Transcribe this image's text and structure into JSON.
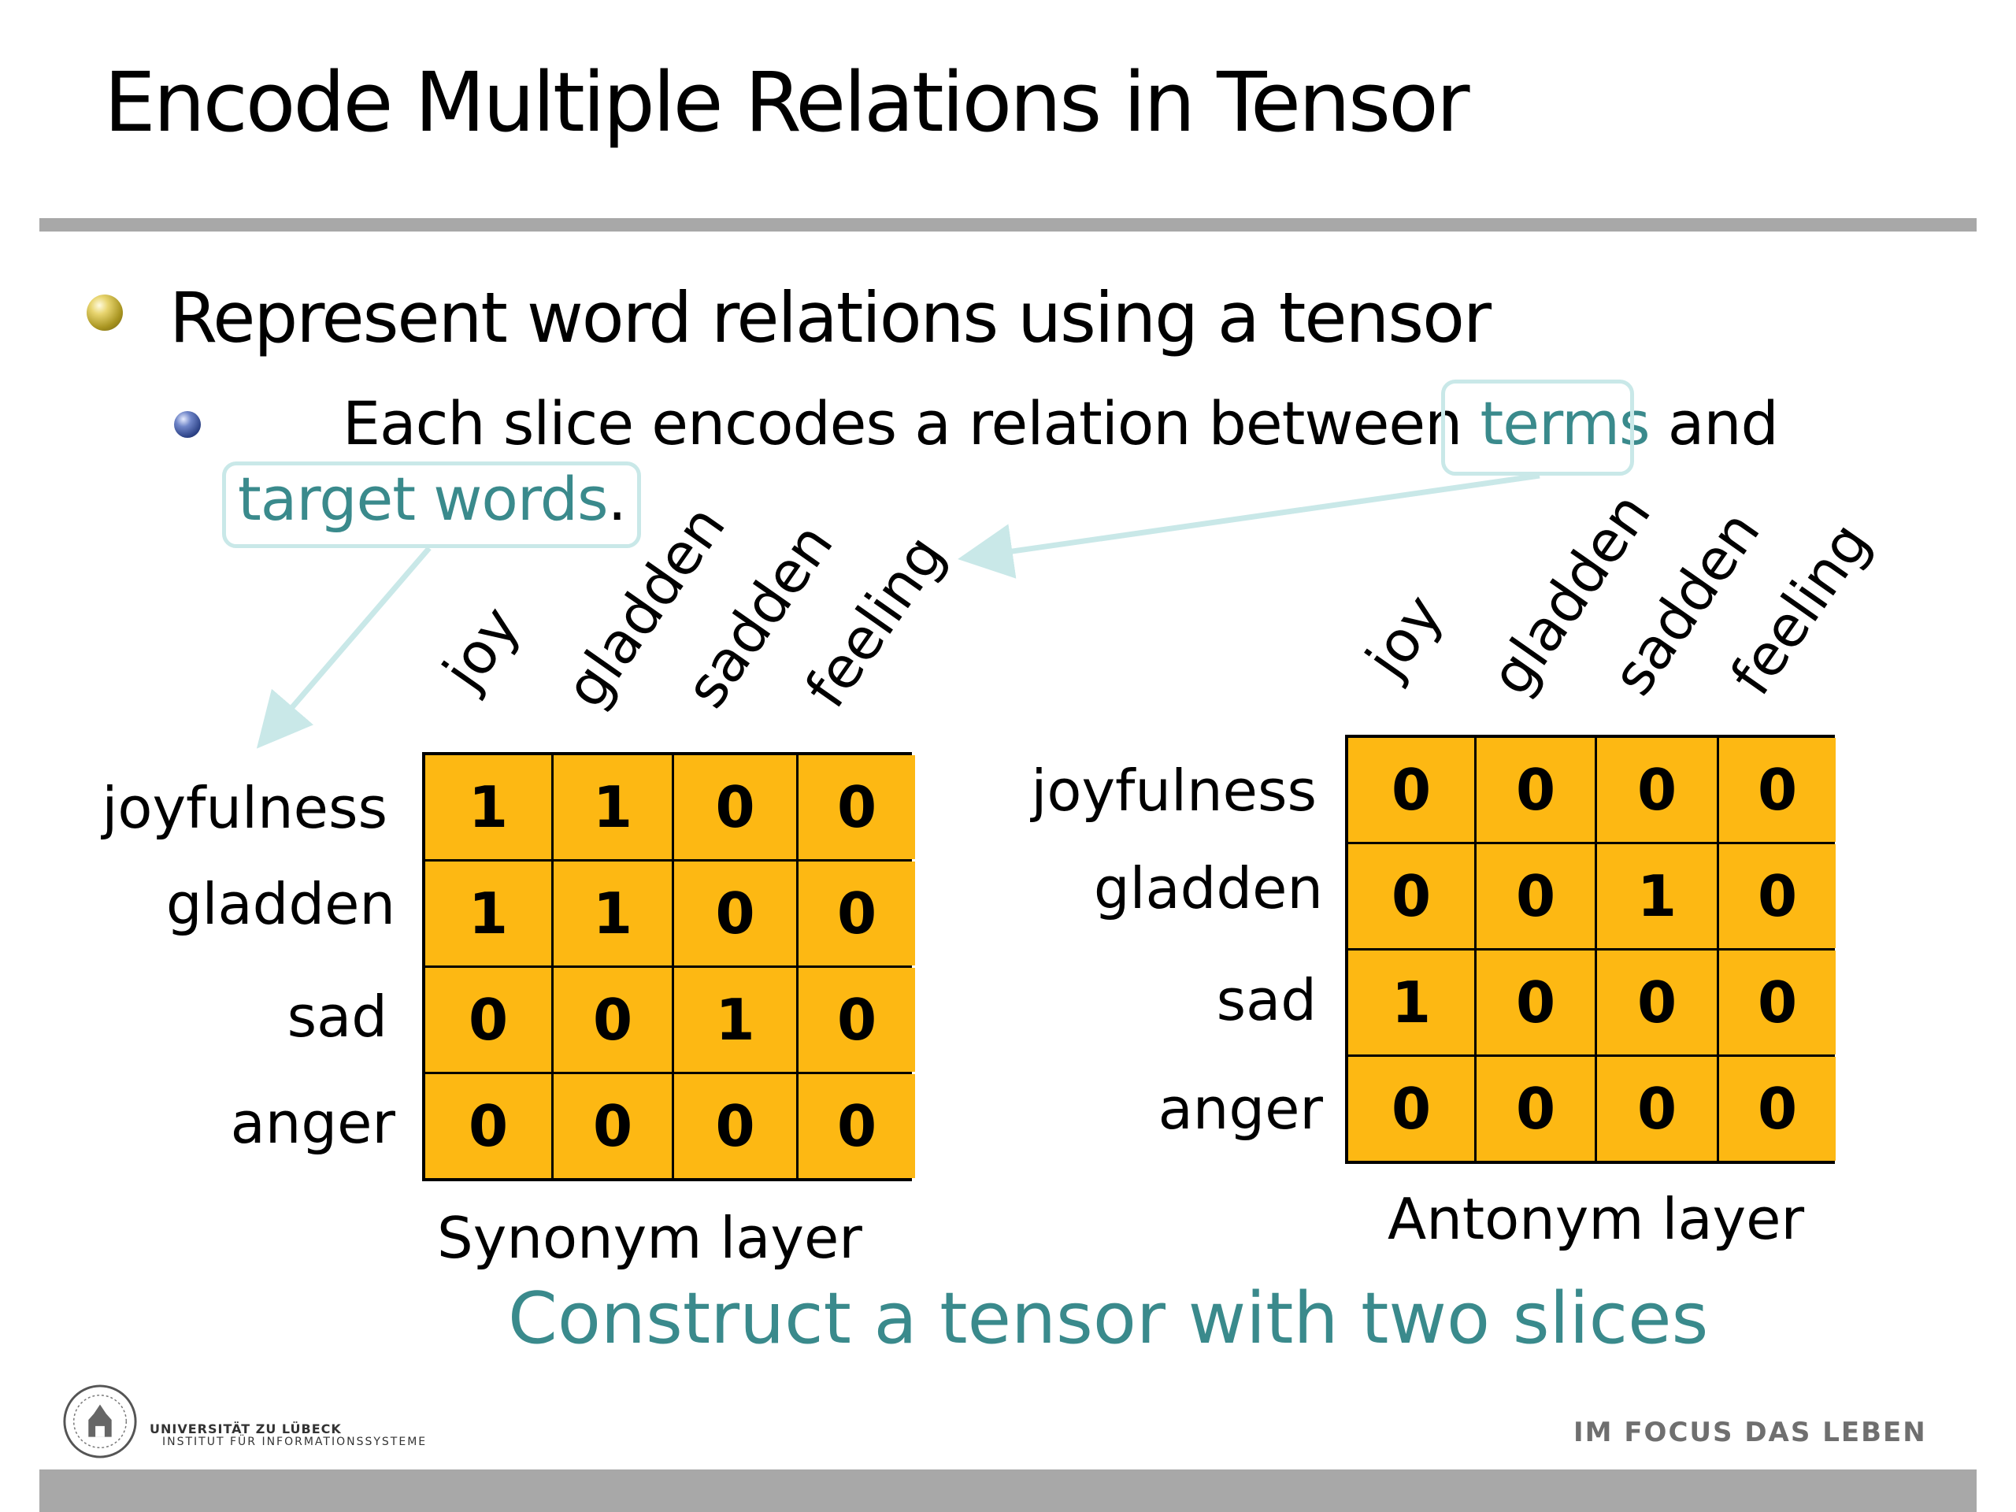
{
  "title": "Encode Multiple Relations in Tensor",
  "bullets": {
    "level1": "Represent word relations using a tensor",
    "level2": {
      "part1": "Each slice encodes a relation between",
      "highlight_terms": "terms",
      "part2": "and",
      "highlight_targets": "target words",
      "part3": "."
    }
  },
  "colors": {
    "accent": "#3a8a8c",
    "cell": "#fdb813",
    "rule": "#a8a8a8"
  },
  "synonym_layer": {
    "caption": "Synonym layer",
    "columns": [
      "joy",
      "gladden",
      "sadden",
      "feeling"
    ],
    "rows": [
      "joyfulness",
      "gladden",
      "sad",
      "anger"
    ],
    "values": [
      [
        "1",
        "1",
        "0",
        "0"
      ],
      [
        "1",
        "1",
        "0",
        "0"
      ],
      [
        "0",
        "0",
        "1",
        "0"
      ],
      [
        "0",
        "0",
        "0",
        "0"
      ]
    ]
  },
  "antonym_layer": {
    "caption": "Antonym layer",
    "columns": [
      "joy",
      "gladden",
      "sadden",
      "feeling"
    ],
    "rows": [
      "joyfulness",
      "gladden",
      "sad",
      "anger"
    ],
    "values": [
      [
        "0",
        "0",
        "0",
        "0"
      ],
      [
        "0",
        "0",
        "1",
        "0"
      ],
      [
        "1",
        "0",
        "0",
        "0"
      ],
      [
        "0",
        "0",
        "0",
        "0"
      ]
    ]
  },
  "conclusion": "Construct a tensor with two slices",
  "footer": {
    "university": "UNIVERSITÄT ZU LÜBECK",
    "institute": "INSTITUT FÜR INFORMATIONSSYSTEME",
    "slogan": "IM FOCUS DAS LEBEN"
  }
}
